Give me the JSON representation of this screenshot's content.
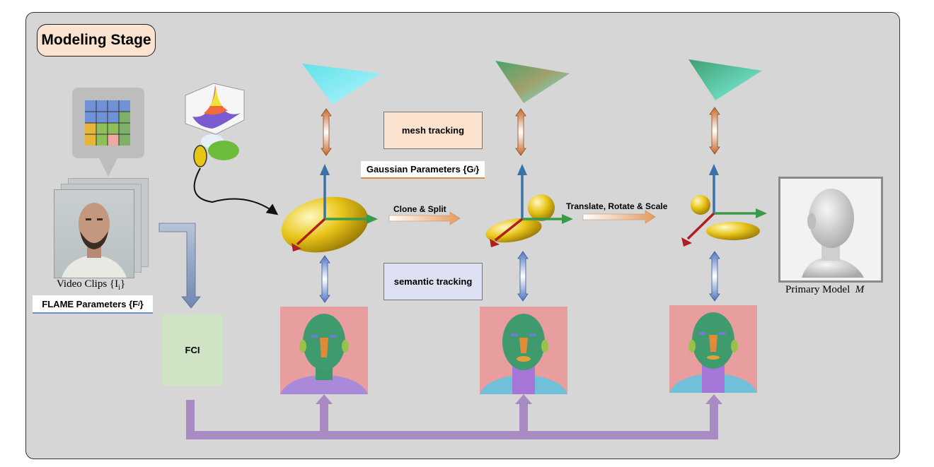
{
  "stage": {
    "title": "Modeling Stage"
  },
  "labels": {
    "mesh_tracking": "mesh tracking",
    "semantic_tracking": "semantic tracking",
    "gaussian_params": "Gaussian Parameters {G",
    "gaussian_sub": "i",
    "flame_params": "FLAME Parameters {F",
    "flame_sub": "i",
    "video_clips": "Video Clips {I",
    "video_sub": "i",
    "clone_split": "Clone & Split",
    "trs": "Translate, Rotate & Scale",
    "primary_model": "Primary Model",
    "primary_var": "M",
    "fci": "FCI"
  },
  "colors": {
    "panel_bg": "#d6d6d6",
    "title_bg": "#fbe3cf",
    "semantic_bg": "#dde1f3",
    "fci_bg": "#cfe4c4",
    "purple_bus": "#a98bc4",
    "gaussian_gold": "#e8c51a"
  },
  "icons": [
    "gaussian-3d-plot-icon",
    "ellipsoid-icon",
    "triangle-mesh-icon",
    "axes-icon",
    "segmentation-map-icon",
    "head-model-icon"
  ]
}
